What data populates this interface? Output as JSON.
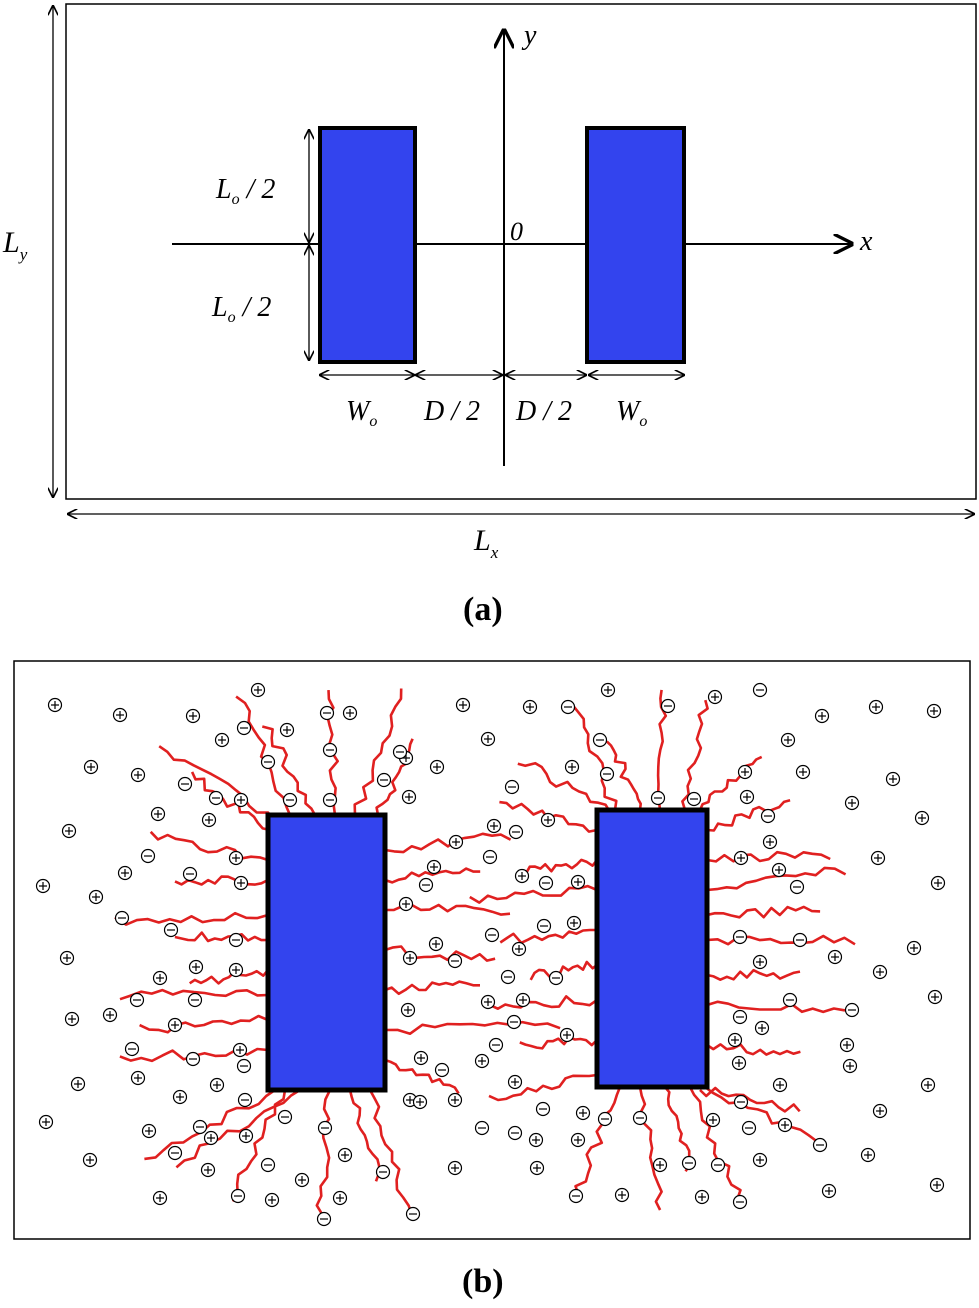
{
  "panel_a": {
    "label": "(a)",
    "axis_x": "x",
    "axis_y": "y",
    "origin": "0",
    "dim_Ly": {
      "main": "L",
      "sub": "y"
    },
    "dim_Lx": {
      "main": "L",
      "sub": "x"
    },
    "dim_L0_top": {
      "main": "L",
      "sub": "o",
      "rest": " / 2"
    },
    "dim_L0_bottom": {
      "main": "L",
      "sub": "o",
      "rest": " / 2"
    },
    "dim_W0_left": {
      "main": "W",
      "sub": "o"
    },
    "dim_W0_right": {
      "main": "W",
      "sub": "o"
    },
    "dim_D2_left": "D / 2",
    "dim_D2_right": "D / 2"
  },
  "panel_b": {
    "label": "(b)",
    "positive_ion_symbol": "+",
    "negative_ion_symbol": "−"
  },
  "colors": {
    "electrode_fill": "#3344ee",
    "electrode_stroke": "#000000",
    "polymer_chain": "#e02020",
    "line": "#000000"
  }
}
